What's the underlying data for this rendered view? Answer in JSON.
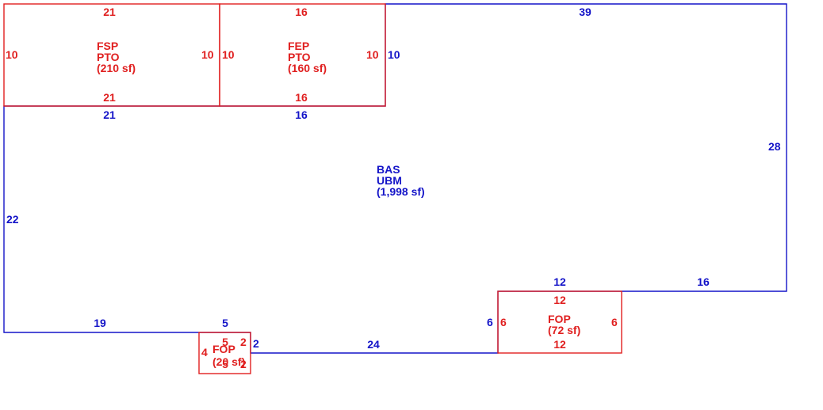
{
  "colors": {
    "main": "#1414c8",
    "addition": "#e02020",
    "background": "#ffffff"
  },
  "areas": {
    "bas": {
      "code": "BAS",
      "type": "UBM",
      "size": "(1,998 sf)"
    },
    "fsp": {
      "code": "FSP",
      "type": "PTO",
      "size": "(210 sf)"
    },
    "fep": {
      "code": "FEP",
      "type": "PTO",
      "size": "(160 sf)"
    },
    "fop_large": {
      "code": "FOP",
      "size": "(72 sf)"
    },
    "fop_small": {
      "code": "FOP",
      "size": "(20 sf)"
    }
  },
  "dims": {
    "bas": {
      "top": "39",
      "right": "28",
      "bottom_right": "16",
      "bump_top": "12",
      "bump_left": "6",
      "bottom_mid": "24",
      "small_right": "2",
      "small_top": "5",
      "bottom_left": "19",
      "left": "22",
      "top_left": "21",
      "top_mid": "16",
      "fep_right": "10"
    },
    "fsp": {
      "top": "21",
      "bottom": "21",
      "left": "10",
      "right": "10"
    },
    "fep": {
      "top": "16",
      "bottom": "16",
      "left": "10",
      "right": "10"
    },
    "fop_large": {
      "top": "12",
      "bottom": "12",
      "left": "6",
      "right": "6"
    },
    "fop_small": {
      "top": "5",
      "left": "4",
      "right": "2",
      "bottom": "5",
      "inner_right": "2"
    }
  }
}
